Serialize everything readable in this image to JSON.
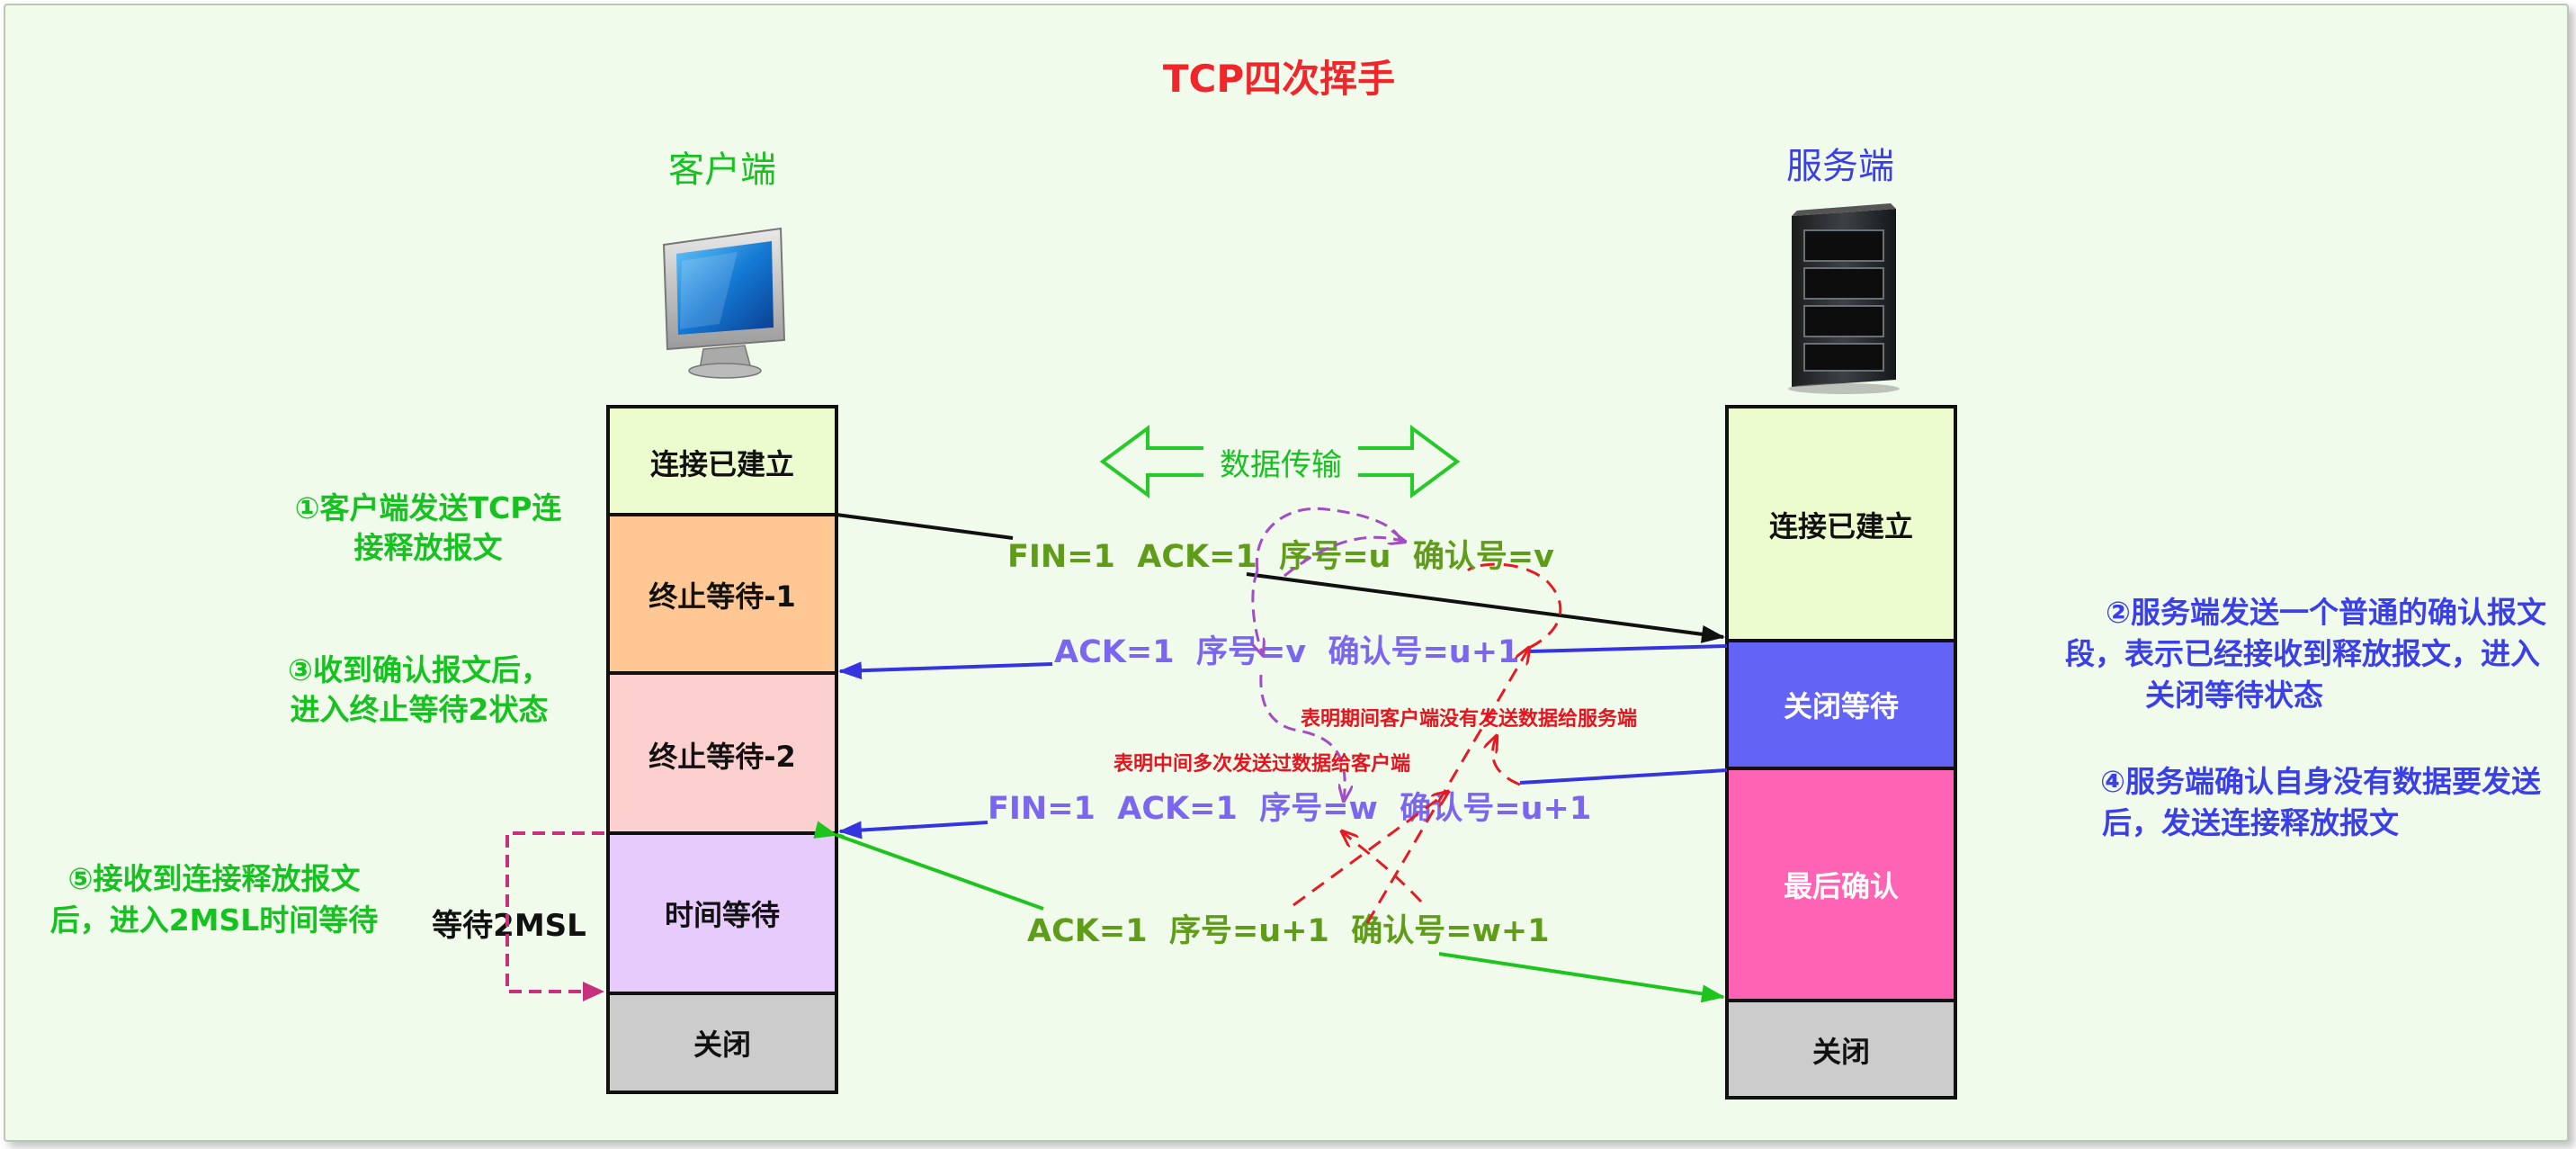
{
  "title": "TCP四次挥手",
  "client": {
    "label": "客户端",
    "states": [
      "连接已建立",
      "终止等待-1",
      "终止等待-2",
      "时间等待",
      "关闭"
    ]
  },
  "server": {
    "label": "服务端",
    "states": [
      "连接已建立",
      "关闭等待",
      "最后确认",
      "关闭"
    ]
  },
  "data_transfer": "数据传输",
  "messages": {
    "fin1": "FIN=1  ACK=1  序号=u  确认号=v",
    "ack1": "ACK=1  序号=v  确认号=u+1",
    "fin2": "FIN=1  ACK=1  序号=w  确认号=u+1",
    "ack2": "ACK=1  序号=u+1  确认号=w+1"
  },
  "wait_2msl": "等待2MSL",
  "notes": {
    "step1": [
      "①客户端发送TCP连",
      "接释放报文"
    ],
    "step2": [
      "②服务端发送一个普通的确认报文",
      "段，表示已经接收到释放报文，进入",
      "关闭等待状态"
    ],
    "step3": [
      "③收到确认报文后，",
      "进入终止等待2状态"
    ],
    "step4": [
      "④服务端确认自身没有数据要发送",
      "后，发送连接释放报文"
    ],
    "step5": [
      "⑤接收到连接释放报文",
      "后，进入2MSL时间等待"
    ],
    "red_upper": "表明期间客户端没有发送数据给服务端",
    "red_lower": "表明中间多次发送过数据给客户端"
  },
  "colors": {
    "title": "#f0262b",
    "green_text": "#15c21f",
    "olive_text": "#5f9c18",
    "blue_text": "#3b3fe8",
    "violet_text": "#7b66f0",
    "red_note": "#e5141e",
    "purple_dash": "#a24cc6",
    "state_green": "#edfccf",
    "state_orange": "#fec793",
    "state_pink": "#fdd0d0",
    "state_lavender": "#e6cbfc",
    "state_gray": "#cccccc",
    "state_blue": "#6363f5",
    "state_magenta": "#ff63b4"
  },
  "icons": [
    "desktop-computer-icon",
    "server-rack-icon"
  ]
}
